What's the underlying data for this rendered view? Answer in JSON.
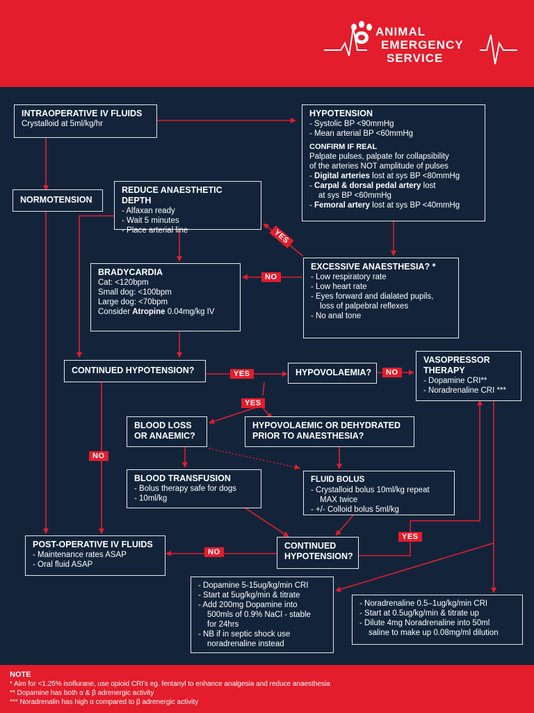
{
  "brand": {
    "line1": "Animal",
    "line2": "Emergency",
    "line3": "Service"
  },
  "boxes": {
    "intraop": {
      "title": "INTRAOPERATIVE IV FLUIDS",
      "lines": [
        "Crystalloid at 5ml/kg/hr"
      ]
    },
    "hypotension": {
      "title": "HYPOTENSION",
      "lines": [
        "- Systolic BP <90mmHg",
        "- Mean arterial BP <60mmHg"
      ],
      "subtitle": "CONFIRM IF REAL",
      "confirm": [
        "Palpate pulses, palpate for collapsibility",
        "of the arteries NOT amplitude of pulses"
      ],
      "bullets": [
        {
          "pre": "- ",
          "bold": "Digital arteries",
          "post": " lost at sys BP <80mmHg"
        },
        {
          "pre": "- ",
          "bold": "Carpal & dorsal pedal artery",
          "post": " lost"
        },
        {
          "pre": "  ",
          "bold": "",
          "post": "at sys BP <60mmHg"
        },
        {
          "pre": "- ",
          "bold": "Femoral artery",
          "post": " lost at sys BP <40mmHg"
        }
      ]
    },
    "normotension": {
      "title": "NORMOTENSION"
    },
    "reduce": {
      "title": "REDUCE ANAESTHETIC DEPTH",
      "lines": [
        "- Alfaxan ready",
        "- Wait 5 minutes",
        "- Place arterial line"
      ]
    },
    "excessive": {
      "title": "EXCESSIVE ANAESTHESIA? *",
      "lines": [
        "- Low respiratory rate",
        "- Low heart rate",
        "- Eyes forward and dialated pupils,",
        "loss of palpebral reflexes",
        "- No anal tone"
      ]
    },
    "brady": {
      "title": "BRADYCARDIA",
      "lines": [
        "Cat: <120bpm",
        "Small dog: <100bpm",
        "Large dog: <70bpm"
      ],
      "atropine_pre": "Consider ",
      "atropine_bold": "Atropine",
      "atropine_post": " 0.04mg/kg IV"
    },
    "continued1": {
      "title": "CONTINUED HYPOTENSION?"
    },
    "hypovolaemia": {
      "title": "HYPOVOLAEMIA?"
    },
    "vasopressor": {
      "title": "VASOPRESSOR",
      "title2": "THERAPY",
      "lines": [
        "- Dopamine CRI**",
        "- Noradrenaline CRI ***"
      ]
    },
    "bloodloss": {
      "title": "BLOOD LOSS",
      "title2": "OR ANAEMIC?"
    },
    "hypodehyd": {
      "title": "HYPOVOLAEMIC OR DEHYDRATED",
      "title2": "PRIOR TO ANAESTHESIA?"
    },
    "transfusion": {
      "title": "BLOOD TRANSFUSION",
      "lines": [
        "- Bolus therapy safe for dogs",
        "- 10ml/kg"
      ]
    },
    "fluidbolus": {
      "title": "FLUID BOLUS",
      "lines": [
        "- Crystalloid bolus 10ml/kg repeat",
        "MAX twice",
        "- +/- Colloid bolus 5ml/kg"
      ]
    },
    "postop": {
      "title": "POST-OPERATIVE IV FLUIDS",
      "lines": [
        "- Maintenance rates ASAP",
        "- Oral fluid ASAP"
      ]
    },
    "continued2": {
      "title": "CONTINUED",
      "title2": "HYPOTENSION?"
    },
    "dopamine": {
      "lines": [
        "- Dopamine 5-15ug/kg/min CRI",
        "- Start at 5ug/kg/min & titrate",
        "- Add 200mg Dopamine into",
        "500mls of 0.9% NaCl - stable",
        "for 24hrs",
        "- NB if in septic shock use",
        "noradrenaline instead"
      ]
    },
    "noradrenaline": {
      "lines": [
        "- Noradrenaline 0.5–1ug/kg/min CRI",
        "- Start at 0.5ug/kg/min & titrate up",
        "- Dilute 4mg Noradrenaline into 50ml",
        "saline to make up 0.08mg/ml dilution"
      ]
    }
  },
  "labels": {
    "yes": "YES",
    "no": "NO"
  },
  "note": {
    "title": "NOTE",
    "lines": [
      "* Aim for <1.25% isoflurane, use opioid CRI's eg. fentanyl to enhance analgesia and reduce anaesthesia",
      "** Dopamine has both α & β adrenergic activity",
      "*** Noradrenalin has high α compared to β adrenergic activity"
    ]
  },
  "colors": {
    "header": "#e31d2c",
    "background": "#13243a",
    "arrow": "#e31d2c",
    "box_border": "#e8e8e8"
  }
}
